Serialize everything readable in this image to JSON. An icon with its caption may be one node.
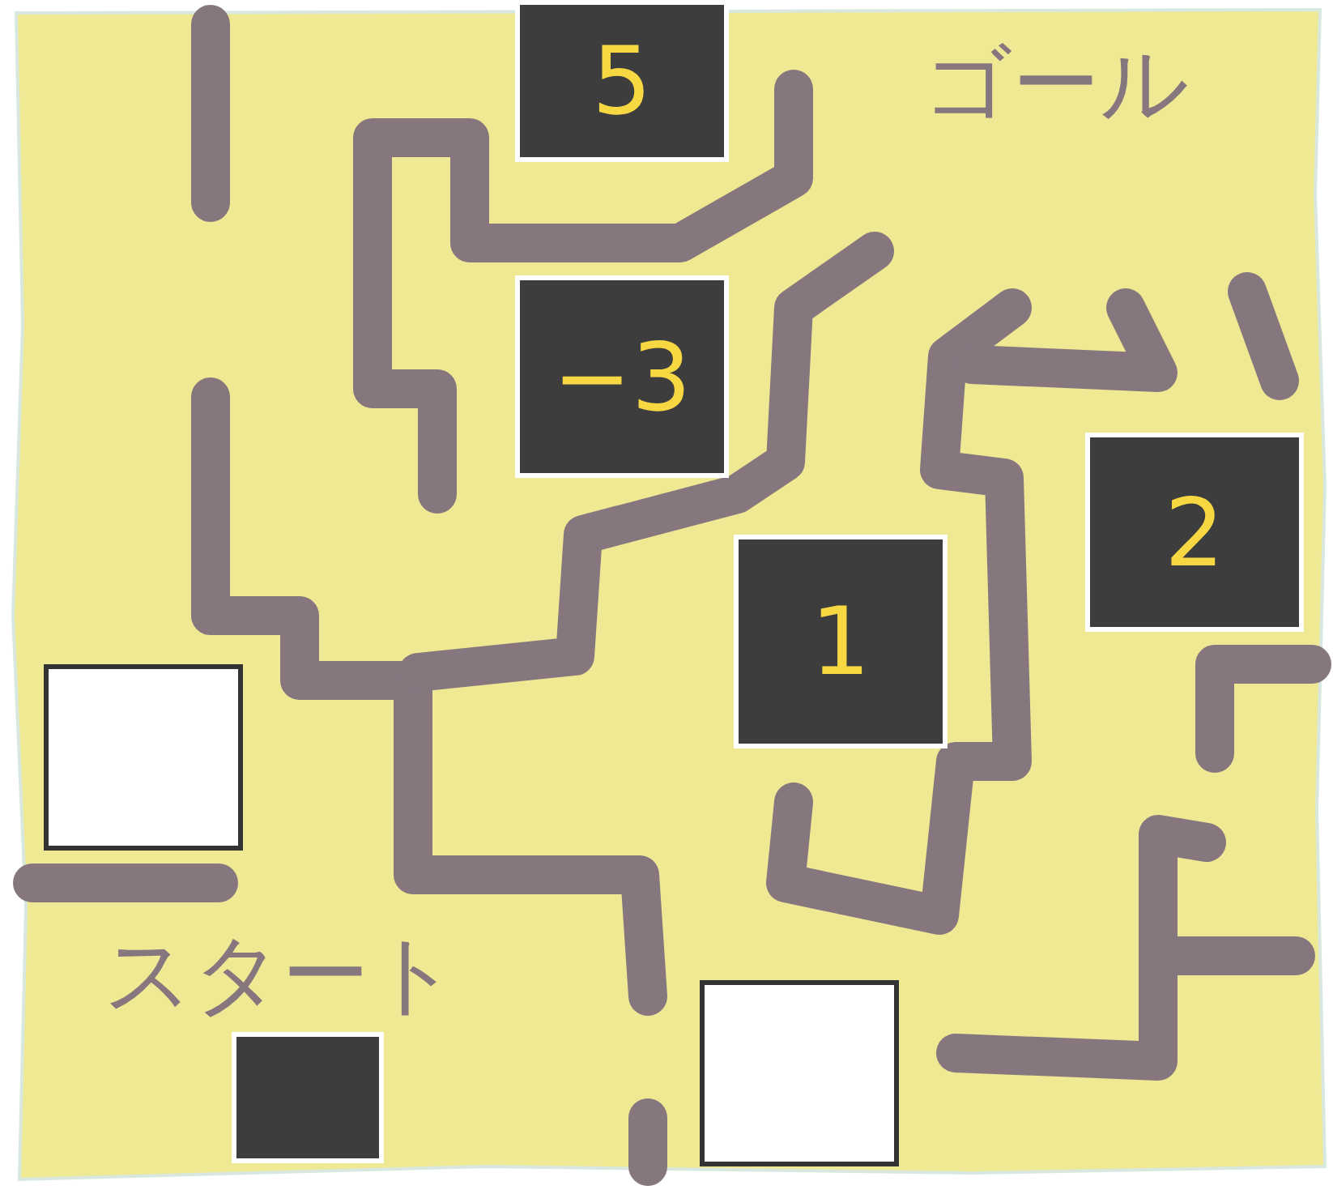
{
  "diagram": {
    "nodes": [
      {
        "text": [
          "5"
        ]
      },
      {
        "text": [
          "−3"
        ]
      },
      {
        "text": [
          "1"
        ]
      },
      {
        "text": [
          "2"
        ]
      },
      {
        "text": [],
        "shape": "box"
      },
      {
        "text": [],
        "shape": "box"
      },
      {
        "text": [],
        "shape": "box"
      }
    ],
    "labels": [
      "ゴール",
      "スタート"
    ]
  }
}
